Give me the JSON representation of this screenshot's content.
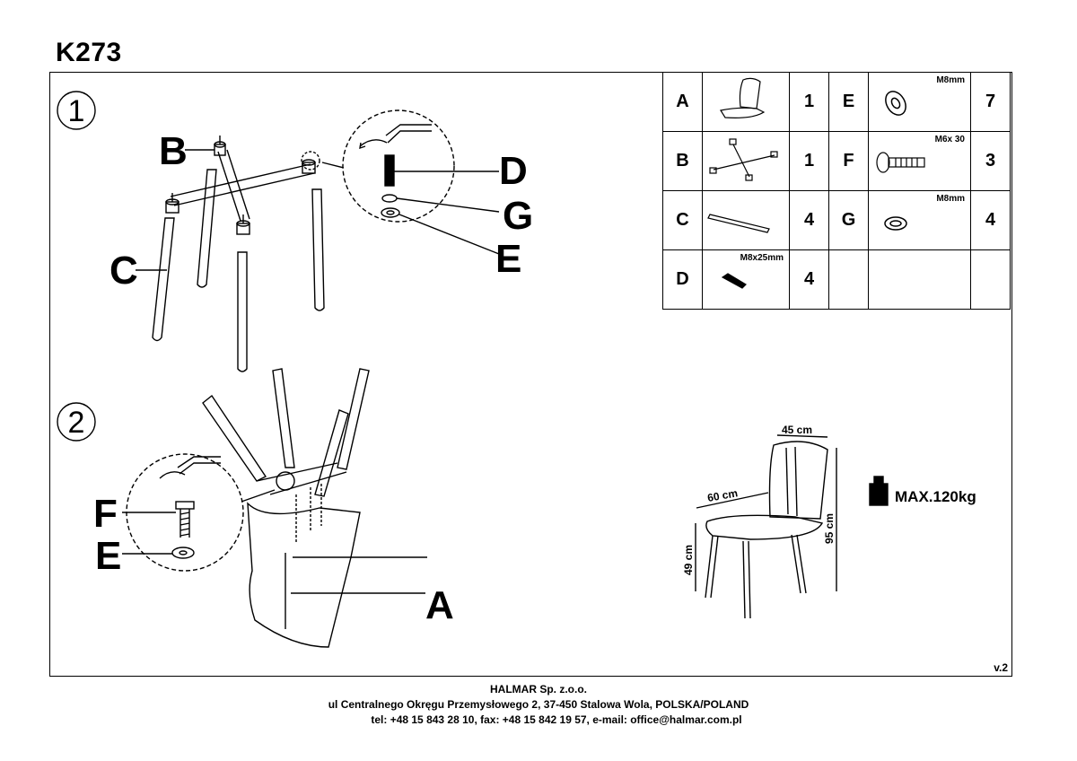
{
  "doc": {
    "model": "K273",
    "version": "v.2"
  },
  "steps": {
    "one": "1",
    "two": "2"
  },
  "labels": {
    "A": "A",
    "B": "B",
    "C": "C",
    "D": "D",
    "E": "E",
    "F": "F",
    "G": "G"
  },
  "parts": [
    {
      "left": {
        "letter": "A",
        "qty": "1",
        "spec": ""
      },
      "right": {
        "letter": "E",
        "qty": "7",
        "spec": "M8mm"
      }
    },
    {
      "left": {
        "letter": "B",
        "qty": "1",
        "spec": ""
      },
      "right": {
        "letter": "F",
        "qty": "3",
        "spec": "M6x 30"
      }
    },
    {
      "left": {
        "letter": "C",
        "qty": "4",
        "spec": ""
      },
      "right": {
        "letter": "G",
        "qty": "4",
        "spec": "M8mm"
      }
    },
    {
      "left": {
        "letter": "D",
        "qty": "4",
        "spec": "M8x25mm"
      },
      "right": {
        "letter": "",
        "qty": "",
        "spec": ""
      }
    }
  ],
  "dimensions": {
    "width": "45 cm",
    "depth": "60 cm",
    "height": "95 cm",
    "seat": "49 cm",
    "max_load": "MAX.120kg"
  },
  "footer": {
    "company": "HALMAR Sp. z.o.o.",
    "address": "ul Centralnego Okręgu Przemysłowego 2, 37-450 Stalowa Wola, POLSKA/POLAND",
    "contact": "tel: +48 15 843 28 10, fax: +48 15 842 19 57, e-mail: office@halmar.com.pl"
  }
}
